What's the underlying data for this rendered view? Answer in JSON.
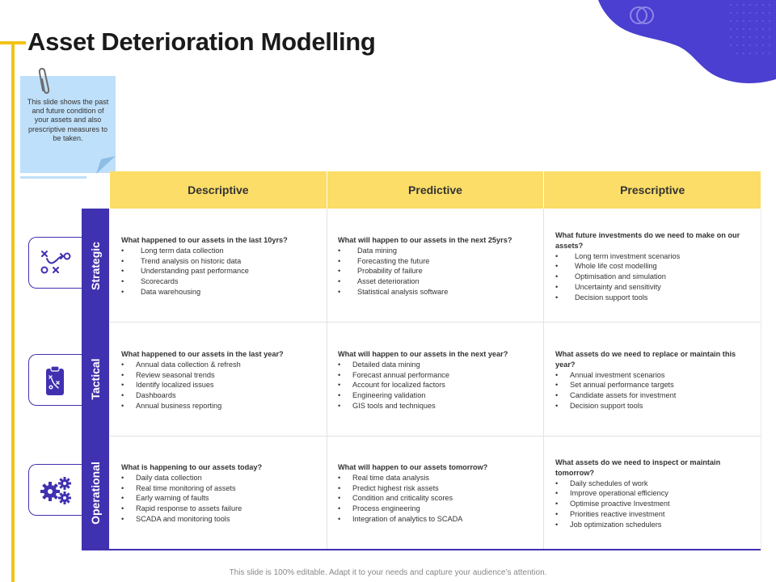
{
  "title": "Asset Deterioration Modelling",
  "note": "This slide shows the past and future condition of your assets and also prescriptive measures to be taken.",
  "columns": [
    "Descriptive",
    "Predictive",
    "Prescriptive"
  ],
  "rows": [
    {
      "label": "Strategic",
      "icon": "strategy-play-icon",
      "cells": [
        {
          "question": "What happened to our assets in the last 10yrs?",
          "items": [
            "Long term data collection",
            "Trend analysis  on historic data",
            "Understanding past performance",
            "Scorecards",
            "Data warehousing"
          ]
        },
        {
          "question": "What will happen to our assets in the next 25yrs?",
          "items": [
            "Data mining",
            "Forecasting the future",
            "Probability of failure",
            "Asset deterioration",
            "Statistical analysis software"
          ]
        },
        {
          "question": "What future investments do we need to make on our assets?",
          "items": [
            "Long term investment scenarios",
            "Whole life cost modelling",
            "Optimisation and simulation",
            "Uncertainty and sensitivity",
            "Decision support tools"
          ]
        }
      ]
    },
    {
      "label": "Tactical",
      "icon": "clipboard-icon",
      "cells": [
        {
          "question": "What happened to our assets in the last year?",
          "items": [
            "Annual data collection & refresh",
            "Review seasonal trends",
            "Identify localized issues",
            "Dashboards",
            "Annual business reporting"
          ]
        },
        {
          "question": "What will happen to our assets in the next year?",
          "items": [
            "Detailed data mining",
            "Forecast annual performance",
            "Account for localized factors",
            "Engineering validation",
            "GIS tools and techniques"
          ]
        },
        {
          "question": "What assets do we need to replace or maintain this year?",
          "items": [
            "Annual investment scenarios",
            "Set annual performance targets",
            "Candidate assets for investment",
            "Decision support tools"
          ]
        }
      ]
    },
    {
      "label": "Operational",
      "icon": "gears-icon",
      "cells": [
        {
          "question": "What is happening to our assets today?",
          "items": [
            "Daily data collection",
            "Real time monitoring of assets",
            "Early warning of faults",
            "Rapid response to assets failure",
            "SCADA and monitoring tools"
          ]
        },
        {
          "question": "What will happen to our assets tomorrow?",
          "items": [
            "Real time data analysis",
            "Predict highest risk assets",
            "Condition and criticality scores",
            "Process engineering",
            "Integration of analytics to SCADA"
          ]
        },
        {
          "question": "What assets do we need to inspect or maintain tomorrow?",
          "items": [
            "Daily schedules of work",
            "Improve operational efficiency",
            "Optimise proactive Investment",
            "Priorities reactive investment",
            "Job optimization schedulers"
          ]
        }
      ]
    }
  ],
  "footer": "This slide is 100% editable. Adapt it to your needs and capture your audience’s attention.",
  "colors": {
    "accent_yellow": "#F2C316",
    "header_yellow": "#FBDD67",
    "purple": "#4031B0",
    "note_blue": "#BFE0FA"
  }
}
